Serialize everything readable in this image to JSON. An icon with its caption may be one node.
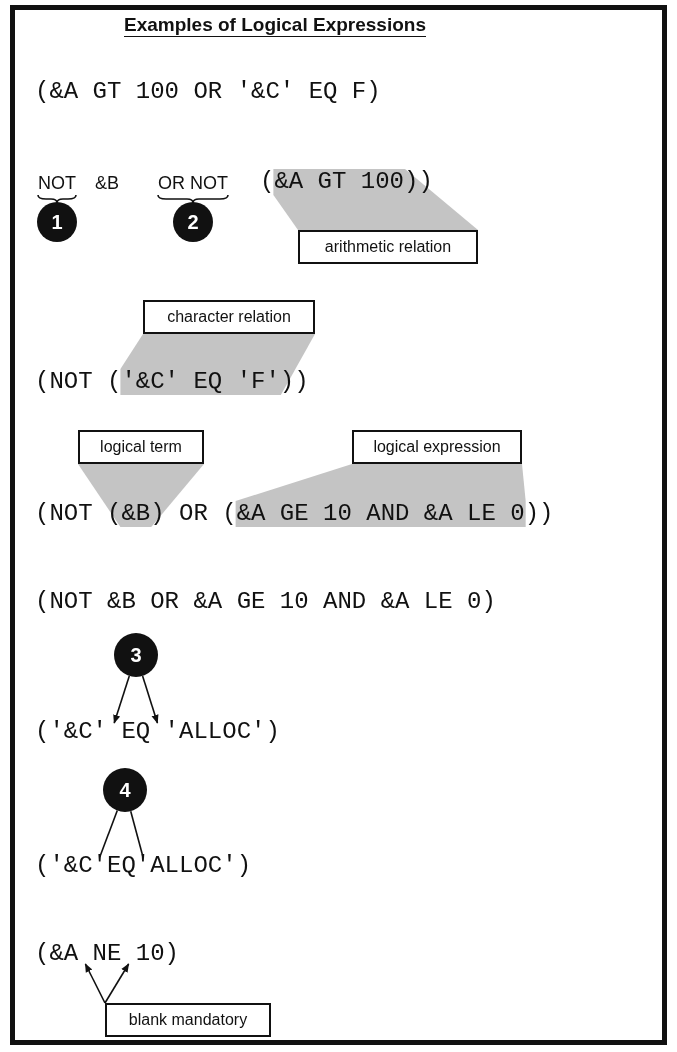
{
  "diagram": {
    "title": "Examples of Logical Expressions",
    "nodes": [
      {
        "text": [],
        "shape": "trapezoid"
      },
      {
        "text": [
          "1"
        ]
      },
      {
        "text": [
          "2"
        ]
      },
      {
        "text": [
          "arithmetic relation"
        ]
      },
      {
        "text": [
          "character relation"
        ]
      },
      {
        "text": [],
        "shape": "trapezoid"
      },
      {
        "text": [
          "logical term"
        ]
      },
      {
        "text": [
          "logical expression"
        ]
      },
      {
        "text": [],
        "shape": "trapezoid"
      },
      {
        "text": [],
        "shape": "trapezoid"
      },
      {
        "text": [
          "3"
        ]
      },
      {
        "text": [
          "('&C' EQ 'ALLOC')"
        ]
      },
      {
        "text": [
          "4"
        ]
      },
      {
        "text": [
          "('&C'EQ'ALLOC')"
        ]
      },
      {
        "text": [
          "(&A NE 10)"
        ]
      },
      {
        "text": [
          "blank mandatory"
        ]
      }
    ],
    "edges": [
      {
        "from": 10,
        "to": 11,
        "arrow": "to"
      },
      {
        "from": 10,
        "to": 11,
        "arrow": "to"
      },
      {
        "from": 12,
        "to": 13,
        "arrow": "none"
      },
      {
        "from": 12,
        "to": 13,
        "arrow": "none"
      },
      {
        "from": 15,
        "to": 14,
        "arrow": "to"
      },
      {
        "from": 15,
        "to": 14,
        "arrow": "to"
      }
    ],
    "labels": [
      "(&A GT 100 OR '&C' EQ F)",
      "NOT",
      "&B",
      "OR NOT",
      "(&A GT 100))",
      "(NOT ('&C' EQ 'F'))",
      "(NOT (&B) OR (&A GE 10 AND &A LE 0))",
      "(NOT &B OR &A GE 10 AND &A LE 0)"
    ]
  }
}
